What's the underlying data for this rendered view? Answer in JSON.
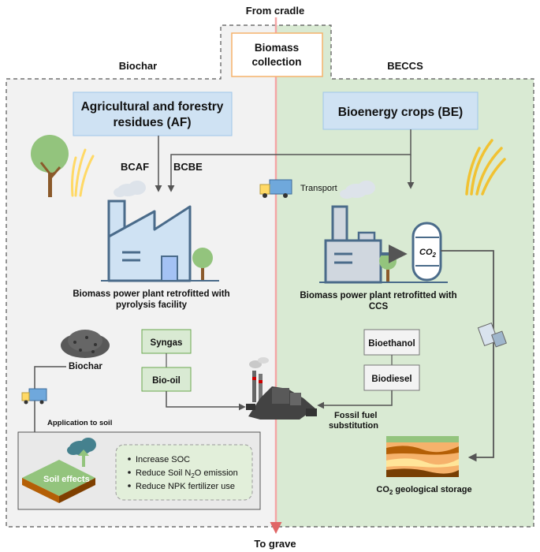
{
  "top_label": "From cradle",
  "bottom_label": "To grave",
  "center_box": {
    "line1": "Biomass",
    "line2": "collection"
  },
  "left": {
    "title": "Biochar",
    "source": {
      "line1": "Agricultural and forestry",
      "line2": "residues (AF)"
    },
    "pathway_a": "BCAF",
    "pathway_b": "BCBE",
    "plant_caption": {
      "line1": "Biomass power plant retrofitted with",
      "line2": "pyrolysis facility"
    },
    "products": [
      "Syngas",
      "Bio-oil"
    ],
    "biochar_label": "Biochar",
    "application_label": "Application to soil",
    "soil_effects_label": "Soil effects",
    "effects": [
      {
        "pre": "Increase SOC",
        "sub": "",
        "post": ""
      },
      {
        "pre": "Reduce Soil N",
        "sub": "2",
        "post": "O emission"
      },
      {
        "pre": "Reduce NPK fertilizer use",
        "sub": "",
        "post": ""
      }
    ]
  },
  "right": {
    "title": "BECCS",
    "source": "Bioenergy crops (BE)",
    "transport_label": "Transport",
    "co2_tank": {
      "pre": "CO",
      "sub": "2"
    },
    "plant_caption": {
      "line1": "Biomass power plant retrofitted with",
      "line2": "CCS"
    },
    "products": [
      "Bioethanol",
      "Biodiesel"
    ],
    "fossil_label": {
      "line1": "Fossil fuel",
      "line2": "substitution"
    },
    "storage_label": {
      "pre": "CO",
      "sub": "2",
      "post": " geological storage"
    }
  },
  "colors": {
    "left_bg": "#f2f2f2",
    "right_bg": "#d9ead3",
    "source_box": "#cfe2f3",
    "product_box": "#d9ead3",
    "center_line": "#f4a6a6",
    "center_box_border": "#f6b26b"
  },
  "icons": [
    "tree-icon",
    "wheat-icon",
    "cloud-icon",
    "factory-icon",
    "truck-icon",
    "co2-tank-icon",
    "biochar-pile-icon",
    "refinery-icon",
    "soil-tile-icon",
    "geological-layers-icon"
  ]
}
